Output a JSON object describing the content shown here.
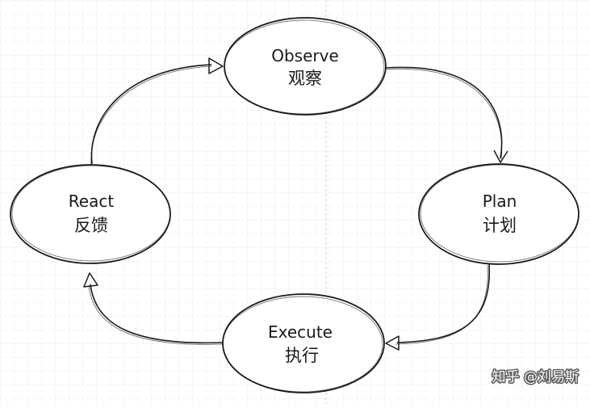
{
  "nodes": {
    "observe": {
      "label_en": "Observe",
      "label_zh": "观察"
    },
    "plan": {
      "label_en": "Plan",
      "label_zh": "计划"
    },
    "execute": {
      "label_en": "Execute",
      "label_zh": "执行"
    },
    "react": {
      "label_en": "React",
      "label_zh": "反馈"
    }
  },
  "watermark": "知乎 @刘易斯",
  "colors": {
    "background": "#ffffff",
    "grid": "#e6e6e6",
    "stroke": "#1a1a1a",
    "text": "#1a1a1a"
  }
}
